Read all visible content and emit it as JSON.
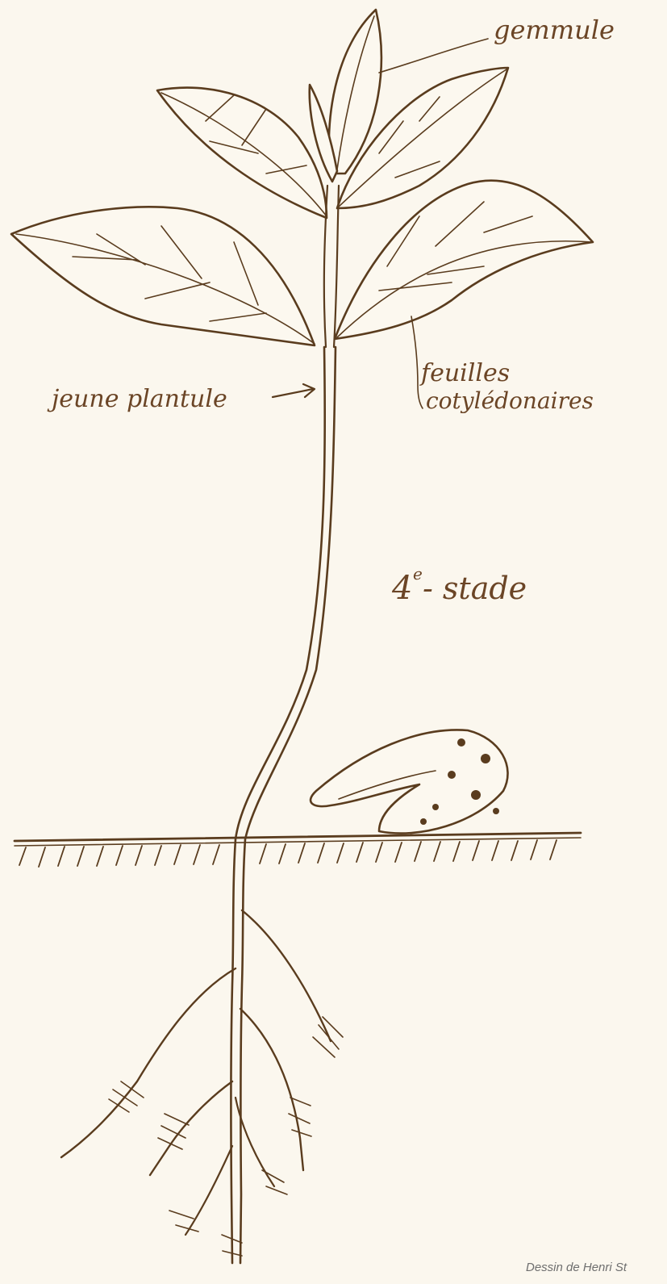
{
  "labels": {
    "gemmule": "gemmule",
    "feuilles": "feuilles",
    "cotyledonaires": "cotylédonaires",
    "plantule": "jeune plantule",
    "stade_number": "4",
    "stade_sup": "e",
    "stade_word": "- stade"
  },
  "caption": "Dessin de Henri St",
  "colors": {
    "ink": "#5a3c1e",
    "paper": "#fbf7ee",
    "caption": "#6e6e6e"
  }
}
